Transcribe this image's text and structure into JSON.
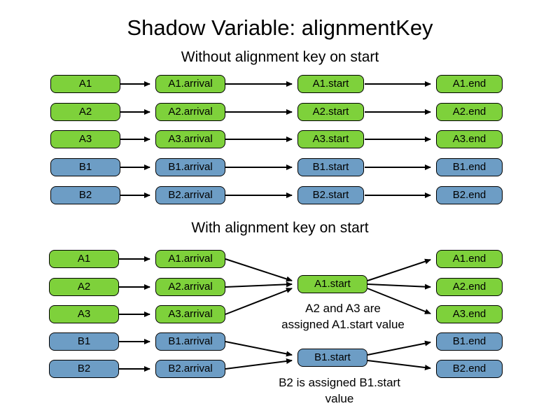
{
  "title": "Shadow Variable: alignmentKey",
  "colors": {
    "green": "#7ED13B",
    "blue": "#6D9DC5",
    "arrow": "#000000"
  },
  "section1": {
    "heading": "Without alignment key on start",
    "rows": [
      {
        "entity": "A1",
        "arrival": "A1.arrival",
        "start": "A1.start",
        "end": "A1.end",
        "color": "green"
      },
      {
        "entity": "A2",
        "arrival": "A2.arrival",
        "start": "A2.start",
        "end": "A2.end",
        "color": "green"
      },
      {
        "entity": "A3",
        "arrival": "A3.arrival",
        "start": "A3.start",
        "end": "A3.end",
        "color": "green"
      },
      {
        "entity": "B1",
        "arrival": "B1.arrival",
        "start": "B1.start",
        "end": "B1.end",
        "color": "blue"
      },
      {
        "entity": "B2",
        "arrival": "B2.arrival",
        "start": "B2.start",
        "end": "B2.end",
        "color": "blue"
      }
    ]
  },
  "section2": {
    "heading": "With alignment key on start",
    "entities": [
      "A1",
      "A2",
      "A3",
      "B1",
      "B2"
    ],
    "arrivals": [
      "A1.arrival",
      "A2.arrival",
      "A3.arrival",
      "B1.arrival",
      "B2.arrival"
    ],
    "starts": {
      "a": "A1.start",
      "b": "B1.start"
    },
    "ends": [
      "A1.end",
      "A2.end",
      "A3.end",
      "B1.end",
      "B2.end"
    ],
    "note_a": {
      "line1": "A2 and A3 are",
      "line2": "assigned A1.start value"
    },
    "note_b": {
      "line1": "B2 is assigned B1.start",
      "line2": "value"
    }
  }
}
